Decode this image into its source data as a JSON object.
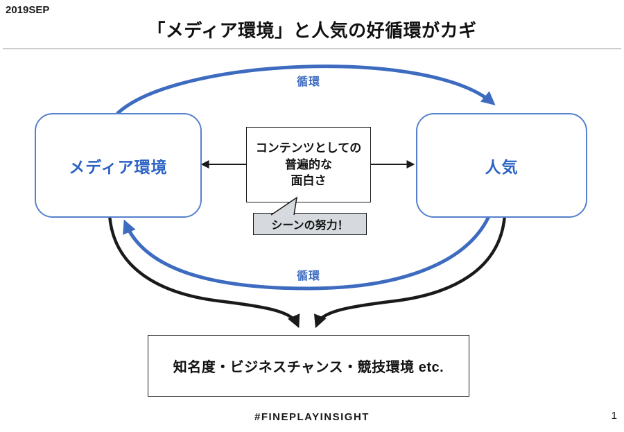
{
  "slide": {
    "date_label": "2019SEP",
    "title": "「メディア環境」と人気の好循環がカギ",
    "footer_hashtag": "#FINEPLAYINSIGHT",
    "page_number": "1"
  },
  "diagram": {
    "left_node_label": "メディア環境",
    "right_node_label": "人気",
    "center_node_text": "コンテンツとしての\n普遍的な\n面白さ",
    "callout_label": "シーンの努力！",
    "top_cycle_label": "循環",
    "bottom_cycle_label": "循環",
    "outcome_node_label": "知名度・ビジネスチャンス・競技環境 etc.",
    "colors": {
      "cycle_blue": "#3D6BC0",
      "node_border_blue": "#5580CB",
      "node_text_blue": "#2B62C4",
      "arrow_black": "#1A1A1A",
      "callout_bg": "#D6DADE"
    }
  }
}
